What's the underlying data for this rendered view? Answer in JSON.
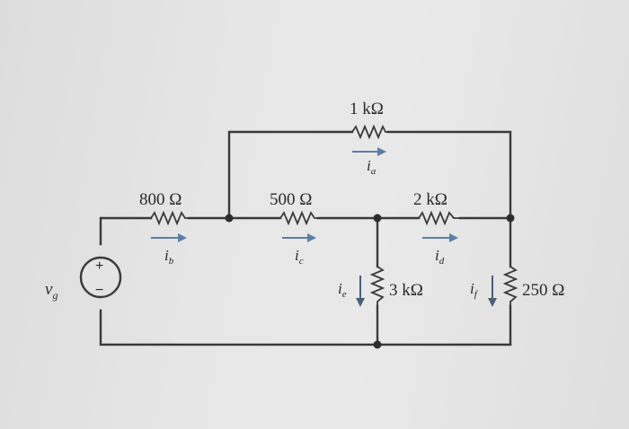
{
  "source": {
    "label": "v",
    "sub": "g",
    "plus": "+",
    "minus": "−"
  },
  "resistors": {
    "r_1k": "1 kΩ",
    "r_800": "800 Ω",
    "r_500": "500 Ω",
    "r_2k": "2 kΩ",
    "r_3k": "3 kΩ",
    "r_250": "250 Ω"
  },
  "currents": {
    "ia": {
      "main": "i",
      "sub": "a"
    },
    "ib": {
      "main": "i",
      "sub": "b"
    },
    "ic": {
      "main": "i",
      "sub": "c"
    },
    "id": {
      "main": "i",
      "sub": "d"
    },
    "ie": {
      "main": "i",
      "sub": "e"
    },
    "if": {
      "main": "i",
      "sub": "f"
    }
  }
}
